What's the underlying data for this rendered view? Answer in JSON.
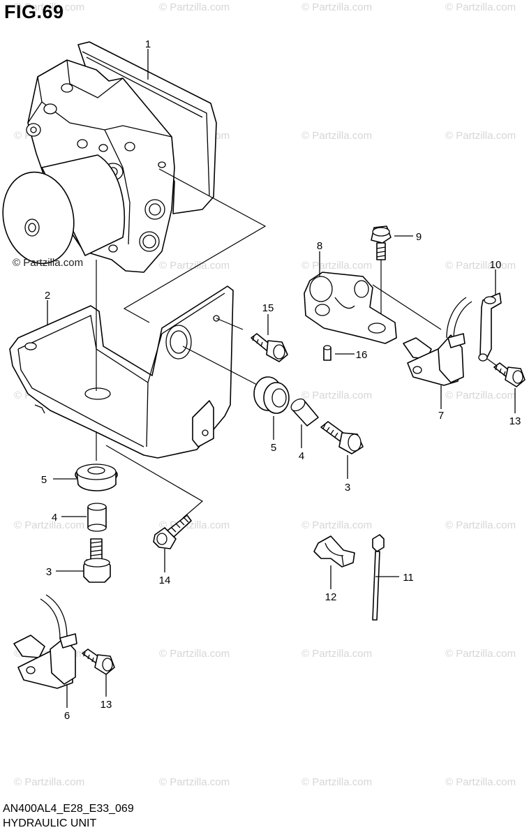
{
  "figure_title": "FIG.69",
  "footer": {
    "model_code": "AN400AL4_E28_E33_069",
    "section_name": "HYDRAULIC UNIT"
  },
  "watermark_text": "© Partzilla.com",
  "watermark_dark_text": "© Partzilla.com",
  "callouts": [
    "1",
    "2",
    "3",
    "4",
    "5",
    "6",
    "7",
    "8",
    "9",
    "10",
    "11",
    "12",
    "13",
    "14",
    "15",
    "16",
    "5",
    "4",
    "3",
    "13"
  ]
}
